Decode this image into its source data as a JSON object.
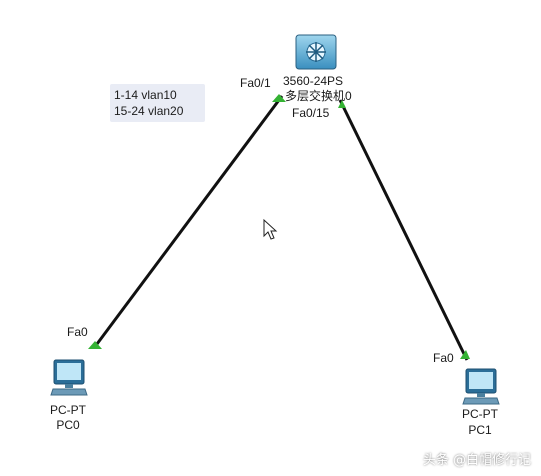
{
  "note": {
    "line1": "1-14   vlan10",
    "line2": "15-24   vlan20"
  },
  "switch": {
    "model": "3560-24PS",
    "name": "多层交换机0",
    "port_left": "Fa0/1",
    "port_right": "Fa0/15"
  },
  "pc0": {
    "port": "Fa0",
    "type": "PC-PT",
    "name": "PC0"
  },
  "pc1": {
    "port": "Fa0",
    "type": "PC-PT",
    "name": "PC1"
  },
  "link_status_color": "#34b233",
  "watermark": "头条 @白帽修行记",
  "icons": [
    "multilayer-switch-icon",
    "pc-icon",
    "mouse-cursor-icon"
  ]
}
